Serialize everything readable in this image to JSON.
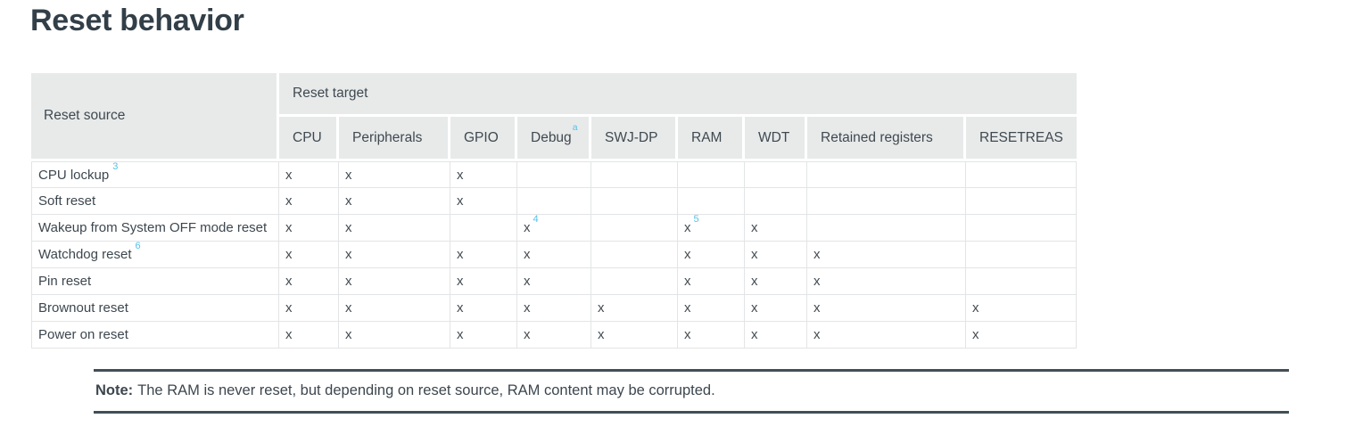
{
  "page": {
    "title": "Reset behavior"
  },
  "table": {
    "corner_header": "Reset source",
    "group_header": "Reset target",
    "columns": [
      {
        "label": "CPU"
      },
      {
        "label": "Peripherals"
      },
      {
        "label": "GPIO"
      },
      {
        "label": "Debug",
        "sup": "a"
      },
      {
        "label": "SWJ-DP"
      },
      {
        "label": "RAM"
      },
      {
        "label": "WDT"
      },
      {
        "label": "Retained registers"
      },
      {
        "label": "RESETREAS"
      }
    ],
    "rows": [
      {
        "source": "CPU lockup",
        "source_sup": "3",
        "cells": [
          {
            "m": "x"
          },
          {
            "m": "x"
          },
          {
            "m": "x"
          },
          {
            "m": ""
          },
          {
            "m": ""
          },
          {
            "m": ""
          },
          {
            "m": ""
          },
          {
            "m": ""
          },
          {
            "m": ""
          }
        ]
      },
      {
        "source": "Soft reset",
        "source_sup": "",
        "cells": [
          {
            "m": "x"
          },
          {
            "m": "x"
          },
          {
            "m": "x"
          },
          {
            "m": ""
          },
          {
            "m": ""
          },
          {
            "m": ""
          },
          {
            "m": ""
          },
          {
            "m": ""
          },
          {
            "m": ""
          }
        ]
      },
      {
        "source": "Wakeup from System OFF mode reset",
        "source_sup": "",
        "cells": [
          {
            "m": "x"
          },
          {
            "m": "x"
          },
          {
            "m": ""
          },
          {
            "m": "x",
            "s": "4"
          },
          {
            "m": ""
          },
          {
            "m": "x",
            "s": "5"
          },
          {
            "m": "x"
          },
          {
            "m": ""
          },
          {
            "m": ""
          }
        ]
      },
      {
        "source": "Watchdog reset",
        "source_sup": "6",
        "cells": [
          {
            "m": "x"
          },
          {
            "m": "x"
          },
          {
            "m": "x"
          },
          {
            "m": "x"
          },
          {
            "m": ""
          },
          {
            "m": "x"
          },
          {
            "m": "x"
          },
          {
            "m": "x"
          },
          {
            "m": ""
          }
        ]
      },
      {
        "source": "Pin reset",
        "source_sup": "",
        "cells": [
          {
            "m": "x"
          },
          {
            "m": "x"
          },
          {
            "m": "x"
          },
          {
            "m": "x"
          },
          {
            "m": ""
          },
          {
            "m": "x"
          },
          {
            "m": "x"
          },
          {
            "m": "x"
          },
          {
            "m": ""
          }
        ]
      },
      {
        "source": "Brownout reset",
        "source_sup": "",
        "cells": [
          {
            "m": "x"
          },
          {
            "m": "x"
          },
          {
            "m": "x"
          },
          {
            "m": "x"
          },
          {
            "m": "x"
          },
          {
            "m": "x"
          },
          {
            "m": "x"
          },
          {
            "m": "x"
          },
          {
            "m": "x"
          }
        ]
      },
      {
        "source": "Power on reset",
        "source_sup": "",
        "cells": [
          {
            "m": "x"
          },
          {
            "m": "x"
          },
          {
            "m": "x"
          },
          {
            "m": "x"
          },
          {
            "m": "x"
          },
          {
            "m": "x"
          },
          {
            "m": "x"
          },
          {
            "m": "x"
          },
          {
            "m": "x"
          }
        ]
      }
    ]
  },
  "note": {
    "label": "Note:",
    "text": "The RAM is never reset, but depending on reset source, RAM content may be corrupted."
  },
  "colors": {
    "header_bg": "#e8eaea",
    "heading_text": "#333f48",
    "body_text": "#3d474f",
    "footnote_link": "#55c1e9",
    "cell_border": "#e3e4e5",
    "note_rule": "#434e56"
  }
}
